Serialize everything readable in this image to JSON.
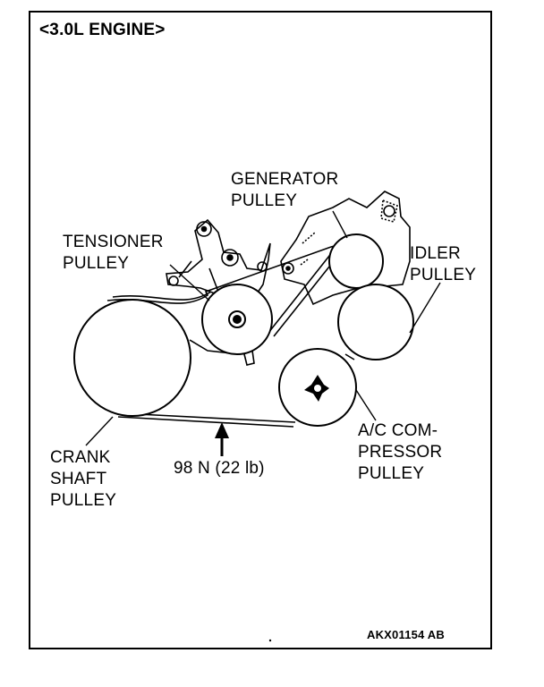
{
  "title": "<3.0L ENGINE>",
  "labels": {
    "generator": "GENERATOR\nPULLEY",
    "tensioner": "TENSIONER\nPULLEY",
    "idler": "IDLER\nPULLEY",
    "crankshaft": "CRANK\nSHAFT\nPULLEY",
    "ac_compressor": "A/C COM-\nPRESSOR\nPULLEY",
    "tension_value": "98 N (22 lb)"
  },
  "figure_code": "AKX01154 AB"
}
